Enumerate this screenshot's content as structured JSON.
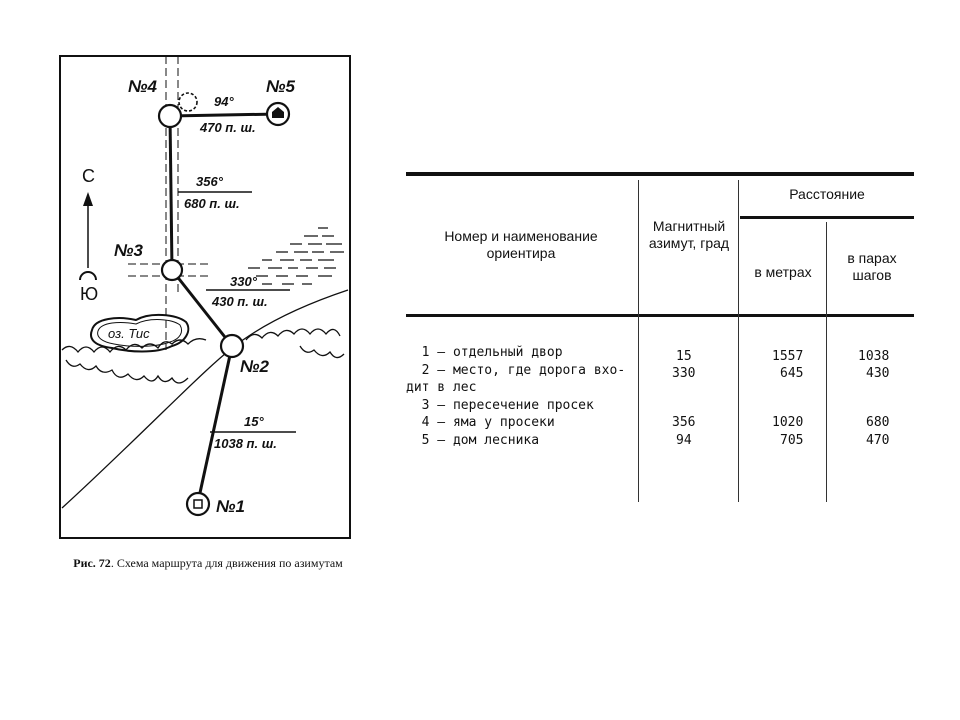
{
  "map": {
    "north_label": "С",
    "south_label": "Ю",
    "lake_label": "оз. Тис",
    "points": [
      {
        "id": "1",
        "label": "№1"
      },
      {
        "id": "2",
        "label": "№2"
      },
      {
        "id": "3",
        "label": "№3"
      },
      {
        "id": "4",
        "label": "№4"
      },
      {
        "id": "5",
        "label": "№5"
      }
    ],
    "legs": [
      {
        "azimuth": "15°",
        "distance": "1038 п. ш."
      },
      {
        "azimuth": "330°",
        "distance": "430 п. ш."
      },
      {
        "azimuth": "356°",
        "distance": "680 п. ш."
      },
      {
        "azimuth": "94°",
        "distance": "470 п. ш."
      }
    ]
  },
  "caption": {
    "fig": "Рис. 72",
    "text": ". Схема маршрута для движения по азимутам"
  },
  "table": {
    "headers": {
      "name": "Номер и наименование ориентира",
      "azimuth": "Магнитный азимут, град",
      "distance": "Расстояние",
      "meters": "в метрах",
      "steps": "в парах шагов"
    },
    "rows": [
      {
        "name": "  1 – отдельный двор",
        "azimuth": "15",
        "meters": "1557",
        "steps": "1038"
      },
      {
        "name": "  2 – место, где дорога вхо-",
        "azimuth": "330",
        "meters": "645",
        "steps": "430"
      },
      {
        "name": "дит в лес",
        "azimuth": "",
        "meters": "",
        "steps": ""
      },
      {
        "name": "  3 – пересечение просек",
        "azimuth": "",
        "meters": "",
        "steps": ""
      },
      {
        "name": "  4 – яма у просеки",
        "azimuth": "356",
        "meters": "1020",
        "steps": "680"
      },
      {
        "name": "  5 – дом лесника",
        "azimuth": "94",
        "meters": "705",
        "steps": "470"
      }
    ]
  }
}
